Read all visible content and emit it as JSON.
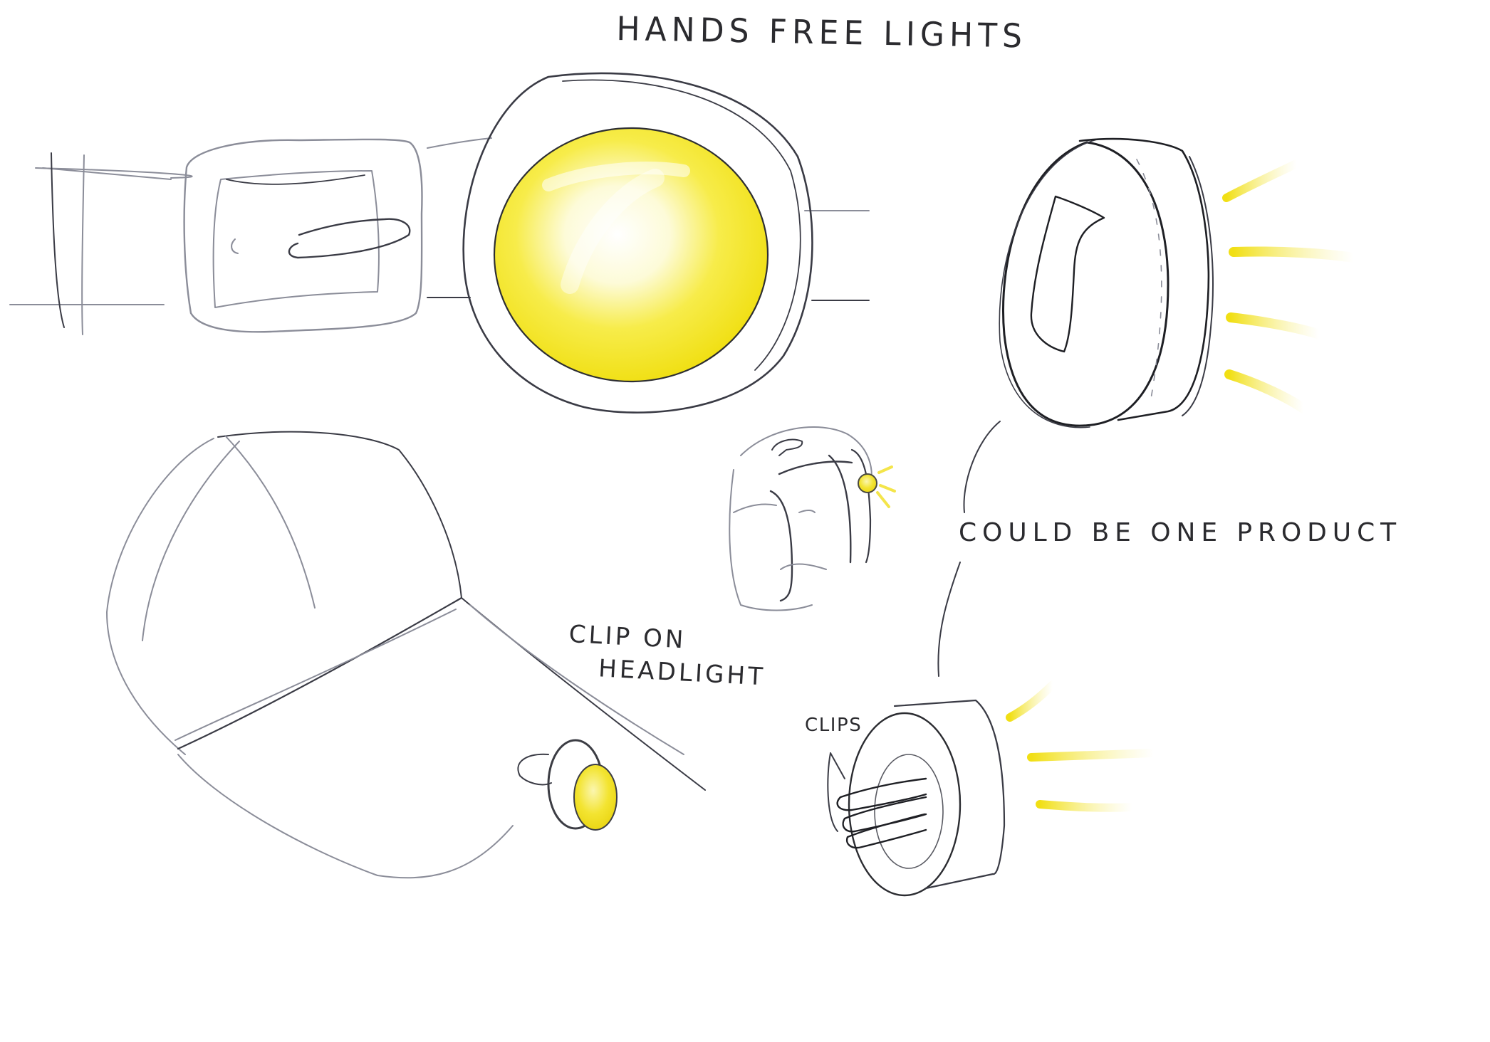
{
  "sheet": {
    "title": "HANDS FREE LIGHTS",
    "annotations": {
      "shared_product": "COULD BE ONE PRODUCT",
      "cap_label_line1": "CLIP ON",
      "cap_label_line2": "HEADLIGHT",
      "clips_label": "CLIPS"
    },
    "sketches": [
      {
        "id": "belt-light",
        "description": "Belt with buckle and large round yellow light"
      },
      {
        "id": "puck-light-front",
        "description": "Round puck light with strap loop, emitting light rays"
      },
      {
        "id": "backpack-light",
        "description": "Backpack with small clip-on yellow light on strap"
      },
      {
        "id": "cap-headlight",
        "description": "Baseball cap with clip-on headlight on the brim"
      },
      {
        "id": "puck-light-clips",
        "description": "Round puck light with clips on the back, emitting light rays"
      }
    ],
    "colors": {
      "paper": "#ffffff",
      "pencil": "#3a3b45",
      "marker_yellow": "#f5e51c",
      "marker_yellow_light": "#faf07a"
    }
  }
}
